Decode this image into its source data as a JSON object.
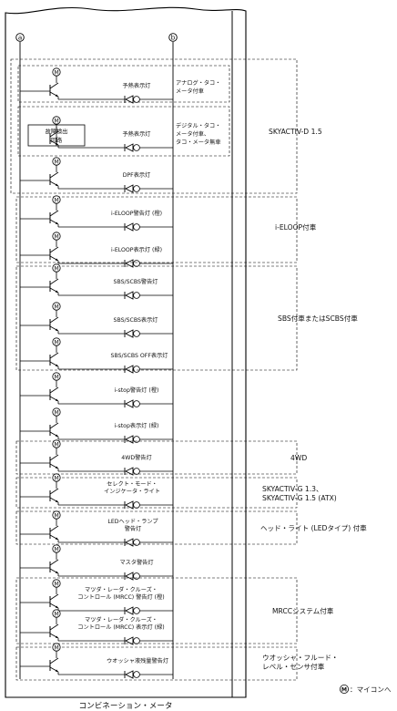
{
  "signals": [
    "a",
    "b"
  ],
  "legend": {
    "symbol": "M",
    "text": "：マイコンへ"
  },
  "footer": {
    "title": "コンビネーション・メータ"
  },
  "groups": [
    {
      "label": "SKYACTIV-D 1.5"
    },
    {
      "label": "i-ELOOP付車"
    },
    {
      "label": "SBS付車またはSCBS付車"
    },
    {
      "label": "4WD"
    },
    {
      "label": "SKYACTIV-G 1.3、SKYACTIV-G 1.5 (ATX)"
    },
    {
      "label": "ヘッド・ライト (LEDタイプ) 付車"
    },
    {
      "label": "MRCCシステム付車"
    },
    {
      "label": "ウオッシャ・フルード・レベル・センサ付車"
    }
  ],
  "sub_groups": [
    {
      "label": "アナログ・タコ・メータ付車"
    },
    {
      "label": "デジタル・タコ・メータ付車、タコ・メータ無車"
    }
  ],
  "circuit": {
    "label": "故障検出回路"
  },
  "lamps": [
    {
      "label": "予熱表示灯"
    },
    {
      "label": "予熱表示灯"
    },
    {
      "label": "DPF表示灯"
    },
    {
      "label": "i-ELOOP警告灯 (橙)"
    },
    {
      "label": "i-ELOOP表示灯 (緑)"
    },
    {
      "label": "SBS/SCBS警告灯"
    },
    {
      "label": "SBS/SCBS表示灯"
    },
    {
      "label": "SBS/SCBS OFF表示灯"
    },
    {
      "label": "i-stop警告灯 (橙)"
    },
    {
      "label": "i-stop表示灯 (緑)"
    },
    {
      "label": "4WD警告灯"
    },
    {
      "label": "セレクト・モード・インジケータ・ライト"
    },
    {
      "label": "LEDヘッド・ランプ警告灯"
    },
    {
      "label": "マスタ警告灯"
    },
    {
      "label": "マツダ・レーダ・クルーズ・コントロール (MRCC) 警告灯 (橙)"
    },
    {
      "label": "マツダ・レーダ・クルーズ・コントロール (MRCC) 表示灯 (緑)"
    },
    {
      "label": "ウオッシャ液残量警告灯"
    }
  ]
}
